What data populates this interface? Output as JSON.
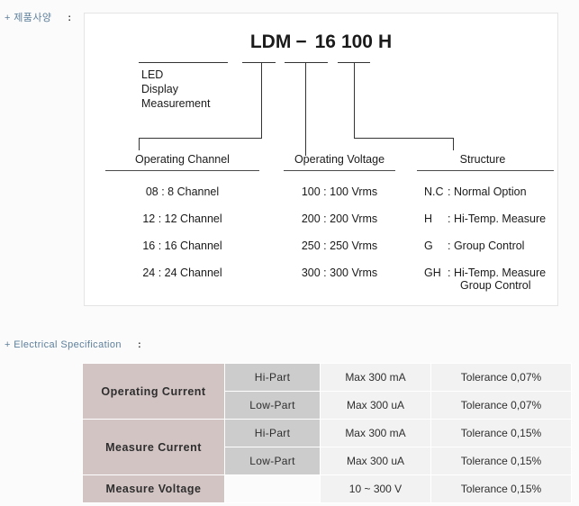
{
  "sections": {
    "product": {
      "title": "+ 제품사양",
      "colon": ":"
    },
    "electrical": {
      "title": "+ Electrical Specification",
      "colon": ":"
    }
  },
  "model_diagram": {
    "model_parts": {
      "prefix": "LDM",
      "dash": "−",
      "channel": "16",
      "voltage": "100",
      "structure": "H"
    },
    "prefix_caption": {
      "line1": "LED",
      "line2": "Display",
      "line3": "Measurement"
    },
    "columns": [
      {
        "title": "Operating Channel",
        "items": [
          "08 : 8 Channel",
          "12 : 12 Channel",
          "16 : 16 Channel",
          "24 : 24 Channel"
        ]
      },
      {
        "title": "Operating Voltage",
        "items": [
          "100 : 100 Vrms",
          "200 : 200 Vrms",
          "250 : 250 Vrms",
          "300 : 300 Vrms"
        ]
      },
      {
        "title": "Structure",
        "items": [
          {
            "code": "N.C",
            "desc": ": Normal Option",
            "desc2": ""
          },
          {
            "code": "H",
            "desc": ": Hi-Temp. Measure",
            "desc2": ""
          },
          {
            "code": "G",
            "desc": ": Group Control",
            "desc2": ""
          },
          {
            "code": "GH",
            "desc": ": Hi-Temp. Measure",
            "desc2": "Group Control"
          }
        ]
      }
    ]
  },
  "spec_table": {
    "rows": [
      {
        "label": "Operating Current",
        "part": "Hi-Part",
        "value": "Max 300 mA",
        "tolerance": "Tolerance 0,07%"
      },
      {
        "label": "",
        "part": "Low-Part",
        "value": "Max 300 uA",
        "tolerance": "Tolerance 0,07%"
      },
      {
        "label": "Measure Current",
        "part": "Hi-Part",
        "value": "Max 300 mA",
        "tolerance": "Tolerance 0,15%"
      },
      {
        "label": "",
        "part": "Low-Part",
        "value": "Max 300 uA",
        "tolerance": "Tolerance 0,15%"
      },
      {
        "label": "Measure Voltage",
        "part": "",
        "value": "10 ~ 300 V",
        "tolerance": "Tolerance 0,15%"
      }
    ]
  },
  "colors": {
    "heading": "#5d7f9c",
    "label_cell": "#d3c4c4",
    "part_cell": "#cccccc",
    "value_cell": "#f2f2f2",
    "diagram_line": "#333333"
  }
}
